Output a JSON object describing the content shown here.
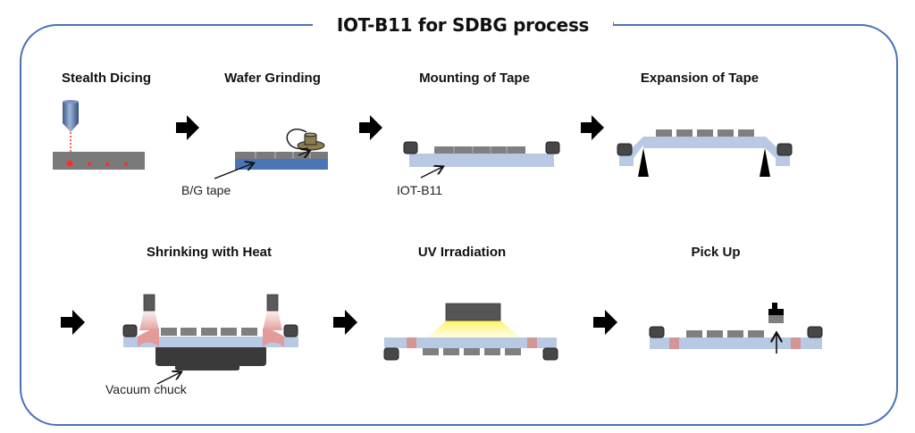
{
  "title": "IOT-B11 for SDBG process",
  "colors": {
    "frame": "#4a72b8",
    "wafer_gray": "#7a7a7a",
    "die_gray": "#7f7f7f",
    "ring_dark": "#474747",
    "tape_light_blue": "#b8cae3",
    "bg_tape_blue": "#4a76b8",
    "laser_red": "#ff2a2a",
    "heat_pink": "#e8a8a8",
    "uv_yellow": "#fff45a",
    "chuck_dark": "#3a3a3a"
  },
  "steps": [
    {
      "id": "stealth-dicing",
      "title": "Stealth Dicing"
    },
    {
      "id": "wafer-grinding",
      "title": "Wafer Grinding",
      "annotation": "B/G tape"
    },
    {
      "id": "mounting-of-tape",
      "title": "Mounting of Tape",
      "annotation": "IOT-B11"
    },
    {
      "id": "expansion-of-tape",
      "title": "Expansion of Tape"
    },
    {
      "id": "shrinking-with-heat",
      "title": "Shrinking with Heat",
      "annotation": "Vacuum chuck"
    },
    {
      "id": "uv-irradiation",
      "title": "UV Irradiation"
    },
    {
      "id": "pick-up",
      "title": "Pick Up"
    }
  ]
}
